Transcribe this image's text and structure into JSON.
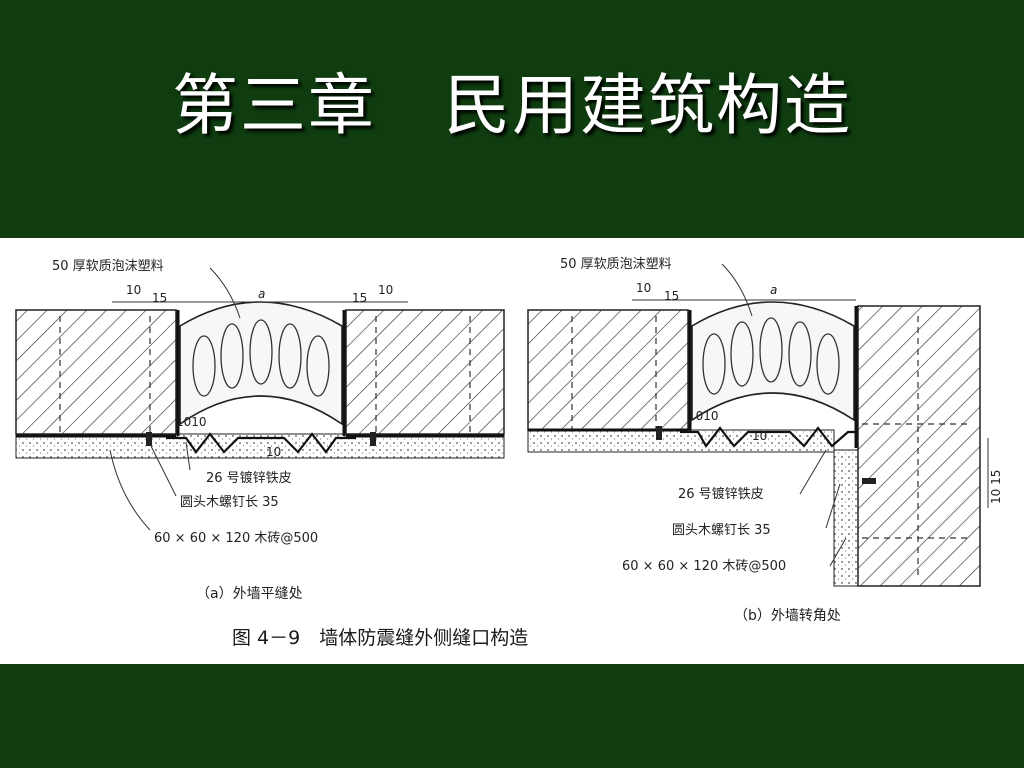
{
  "slide": {
    "title": "第三章　民用建筑构造",
    "background": "#0f3d0f"
  },
  "figure": {
    "caption": "图 4－9　墙体防震缝外侧缝口构造",
    "left": {
      "subcaption": "（a）外墙平缝处",
      "foam_label": "50 厚软质泡沫塑料",
      "sheet_label": "26 号镀锌铁皮",
      "screw_label": "圆头木螺钉长 35",
      "brick_label": "60 × 60 × 120 木砖@500",
      "dim_a": "a",
      "dim_10_left": "10",
      "dim_15_left": "15",
      "dim_15_right": "15",
      "dim_10_right": "10",
      "dim_1010": "1010",
      "dim_fold": "10"
    },
    "right": {
      "subcaption": "（b）外墙转角处",
      "foam_label": "50 厚软质泡沫塑料",
      "sheet_label": "26 号镀锌铁皮",
      "screw_label": "圆头木螺钉长 35",
      "brick_label": "60 × 60 × 120 木砖@500",
      "dim_a": "a",
      "dim_10": "10",
      "dim_15": "15",
      "dim_1010": "1010",
      "dim_fold": "10",
      "dim_side": "10 15"
    }
  }
}
